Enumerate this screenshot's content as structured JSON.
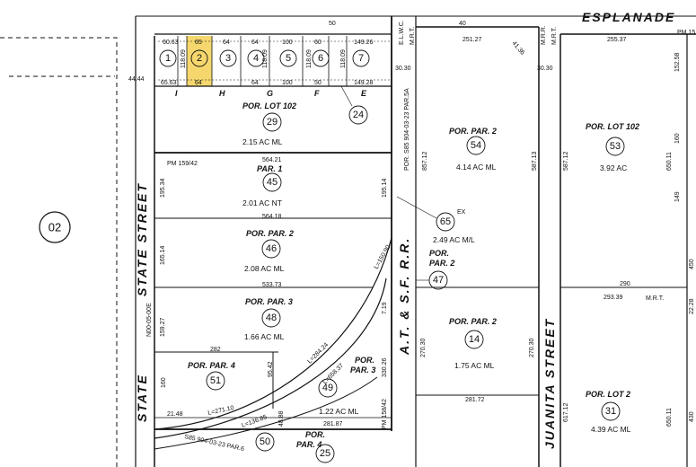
{
  "streets": {
    "esplanade": "ESPLANADE",
    "state_street": "STATE STREET",
    "juanita_street": "JUANITA STREET",
    "railroad": "A.T. & S.F. R.R."
  },
  "map_book_circle": "02",
  "highlight_color": "#f5d76e",
  "parcels": {
    "p29": {
      "title": "POR. LOT 102",
      "num": "29",
      "area": "2.15 AC ML"
    },
    "p45": {
      "title": "PAR. 1",
      "num": "45",
      "area": "2.01 AC NT"
    },
    "p46": {
      "title": "POR. PAR. 2",
      "num": "46",
      "area": "2.08 AC ML"
    },
    "p48": {
      "title": "POR. PAR. 3",
      "num": "48",
      "area": "1.66 AC ML"
    },
    "p51": {
      "title": "POR. PAR. 4",
      "num": "51"
    },
    "p49": {
      "title1": "POR.",
      "title2": "PAR. 3",
      "num": "49",
      "area": "1.22 AC ML"
    },
    "p50": {
      "num": "50"
    },
    "p25": {
      "title1": "POR.",
      "title2": "PAR. 4",
      "num": "25"
    },
    "p54": {
      "title": "POR. PAR. 2",
      "num": "54",
      "area": "4.14 AC ML"
    },
    "p53": {
      "title": "POR. LOT 102",
      "num": "53",
      "area": "3.92 AC"
    },
    "p65": {
      "num": "65",
      "ex": "EX",
      "area": "2.49 AC M/L"
    },
    "p47": {
      "title1": "POR.",
      "title2": "PAR. 2",
      "num": "47"
    },
    "p14": {
      "title": "POR. PAR. 2",
      "num": "14",
      "area": "1.75 AC ML"
    },
    "p31": {
      "title": "POR. LOT 2",
      "num": "31",
      "area": "4.39 AC ML"
    },
    "p24": {
      "num": "24"
    }
  },
  "lots": {
    "nums": [
      "1",
      "2",
      "3",
      "4",
      "5",
      "6",
      "7"
    ],
    "letters": [
      "I",
      "H",
      "G",
      "F",
      "E"
    ],
    "top_dims": [
      "60.63",
      "65",
      "64",
      "64",
      "100",
      "60",
      "149.26"
    ],
    "bottom_dims": [
      "65.63",
      "64",
      "64",
      "100",
      "50",
      "149.28"
    ],
    "depths": [
      "118.09",
      "118.09",
      "118.09",
      "118.09"
    ]
  },
  "dims": {
    "d50": "50",
    "d44": "44.44",
    "d251": "251.27",
    "d40": "40",
    "d255": "255.37",
    "d3030a": "30.30",
    "d3030b": "30.30",
    "d4136": "41.36",
    "d56421": "564.21",
    "d56418": "564.18",
    "d53373": "533.73",
    "d282": "282",
    "d2148": "21.48",
    "d160": "160",
    "d19534": "195.34",
    "d19514": "195.14",
    "d16514": "165.14",
    "d15927": "159.27",
    "d9542": "95.42",
    "d85712": "857.12",
    "d58713": "587.13",
    "d58712": "587.12",
    "d61712": "617.12",
    "d27030a": "270.30",
    "d27030b": "270.30",
    "d290": "290",
    "d29339": "293.39",
    "d28172": "281.72",
    "d28187": "281.87",
    "d33026": "330.26",
    "d719": "7.19",
    "d2228": "22.28",
    "d24888": "48.88",
    "d160r": "160",
    "d15258": "152.58",
    "d149": "149",
    "d650a": "650.11",
    "d650b": "650.11",
    "d450": "450",
    "d430": "430"
  },
  "curves": {
    "c1": "L=150.90",
    "c2": "L=284.24",
    "c3": "L=658.37",
    "c4": "L=136.85",
    "c5": "L=271.10"
  },
  "annotations": {
    "pm1": "PM 159/42",
    "pm2": "PM 158/42",
    "pm3": "PM 15",
    "elwc": "E.L.W.C.",
    "mrt": "M.R.T.",
    "mrr": "M.R.R.",
    "mrt2": "M.R.T.",
    "ncoa": "N00-05-00E",
    "mrt3": "M.R.T.",
    "por1": "POR. S85 904-03-23 PAR.5A",
    "por2": "S85 904-03-23 PAR.6",
    "lot_e": "E"
  }
}
